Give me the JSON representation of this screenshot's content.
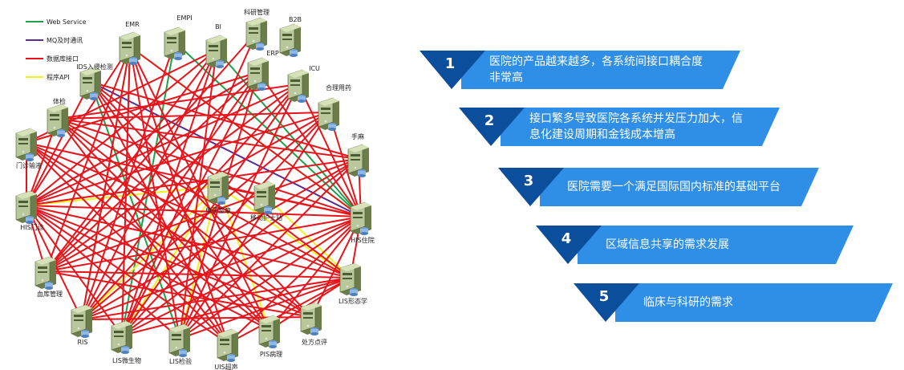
{
  "legend": [
    {
      "label": "Web Service",
      "color": "#1aa34a"
    },
    {
      "label": "MQ及时通讯",
      "color": "#5b2d90"
    },
    {
      "label": "数据库接口",
      "color": "#e8141c"
    },
    {
      "label": "程序API",
      "color": "#f2f21a"
    }
  ],
  "nodes": [
    {
      "id": "emr",
      "label": "EMR"
    },
    {
      "id": "empi",
      "label": "EMPI"
    },
    {
      "id": "bi",
      "label": "BI"
    },
    {
      "id": "keyan",
      "label": "科研管理"
    },
    {
      "id": "b2b",
      "label": "B2B"
    },
    {
      "id": "erp",
      "label": "ERP"
    },
    {
      "id": "icu",
      "label": "ICU"
    },
    {
      "id": "heli",
      "label": "合理用药"
    },
    {
      "id": "shouma",
      "label": "手麻"
    },
    {
      "id": "hiszy",
      "label": "HIS住院"
    },
    {
      "id": "lisxt",
      "label": "LIS形态学"
    },
    {
      "id": "cfdp",
      "label": "处方点评"
    },
    {
      "id": "pis",
      "label": "PIS病理"
    },
    {
      "id": "uis",
      "label": "UIS超声"
    },
    {
      "id": "lisjy",
      "label": "LIS检验"
    },
    {
      "id": "liswsw",
      "label": "LIS微生物"
    },
    {
      "id": "ris",
      "label": "RIS"
    },
    {
      "id": "xkgl",
      "label": "血库管理"
    },
    {
      "id": "hismz",
      "label": "HIS门诊"
    },
    {
      "id": "mzxx",
      "label": "门诊输液"
    },
    {
      "id": "tijian",
      "label": "体检"
    },
    {
      "id": "ids",
      "label": "IDS入侵检测"
    },
    {
      "id": "dzqz",
      "label": "电子签章"
    },
    {
      "id": "ydhs",
      "label": "移动护士站"
    }
  ],
  "steps": [
    {
      "number": "1",
      "text": "医院的产品越来越多，各系统间接口耦合度非常高"
    },
    {
      "number": "2",
      "text": "接口繁多导致医院各系统并发压力加大，信息化建设周期和金钱成本增高"
    },
    {
      "number": "3",
      "text": "医院需要一个满足国际国内标准的基础平台"
    },
    {
      "number": "4",
      "text": "区域信息共享的需求发展"
    },
    {
      "number": "5",
      "text": "临床与科研的需求"
    }
  ],
  "colors": {
    "dark_blue": "#0b4e9c",
    "light_blue": "#2f8ee6",
    "server_body": "#b9c89a",
    "server_dark": "#6b7d4a"
  }
}
